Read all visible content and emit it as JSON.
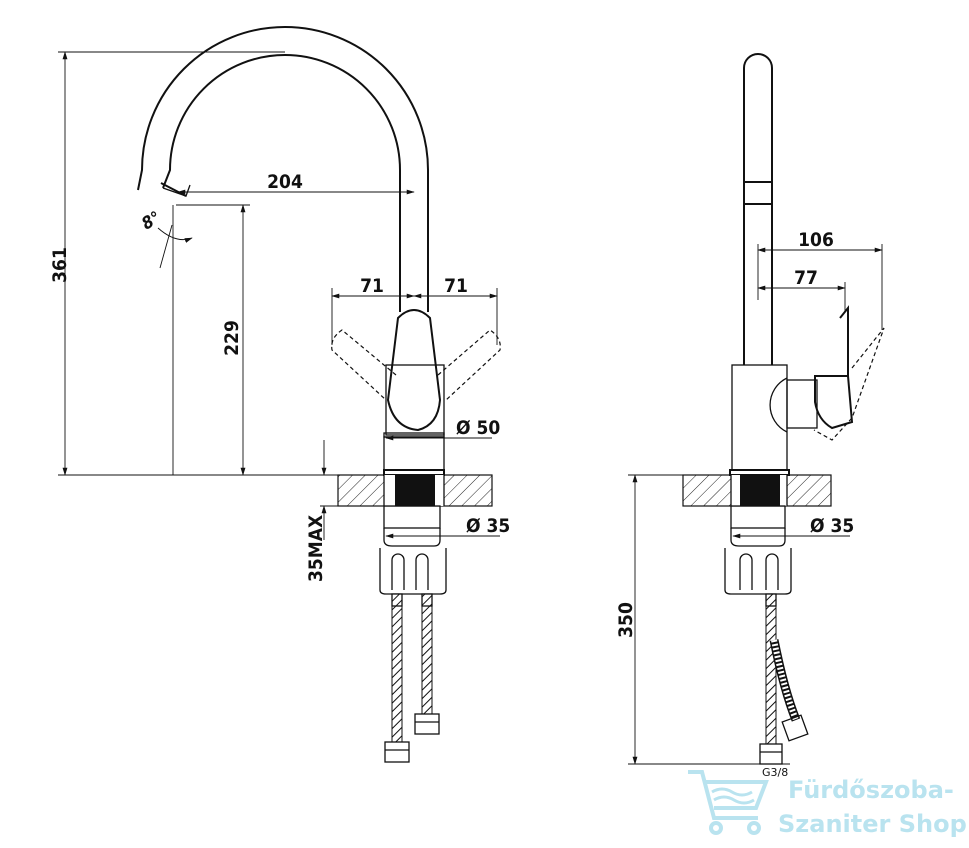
{
  "front_view": {
    "dim_total_height": "361",
    "dim_spout_reach": "204",
    "dim_spout_clearance": "229",
    "dim_lever_left": "71",
    "dim_lever_right": "71",
    "dim_body_diameter": "Ø 50",
    "dim_shank_diameter": "Ø 35",
    "dim_counter_thickness": "35MAX",
    "swivel_angle": "8°"
  },
  "side_view": {
    "dim_lever_reach_max": "106",
    "dim_lever_reach": "77",
    "dim_shank_diameter": "Ø 35",
    "dim_hose_length": "350",
    "dim_thread": "G3/8"
  },
  "watermark": {
    "line1": "Fürdőszoba-",
    "line2": "Szaniter Shop",
    "brand_color": "#b9e3ef"
  }
}
